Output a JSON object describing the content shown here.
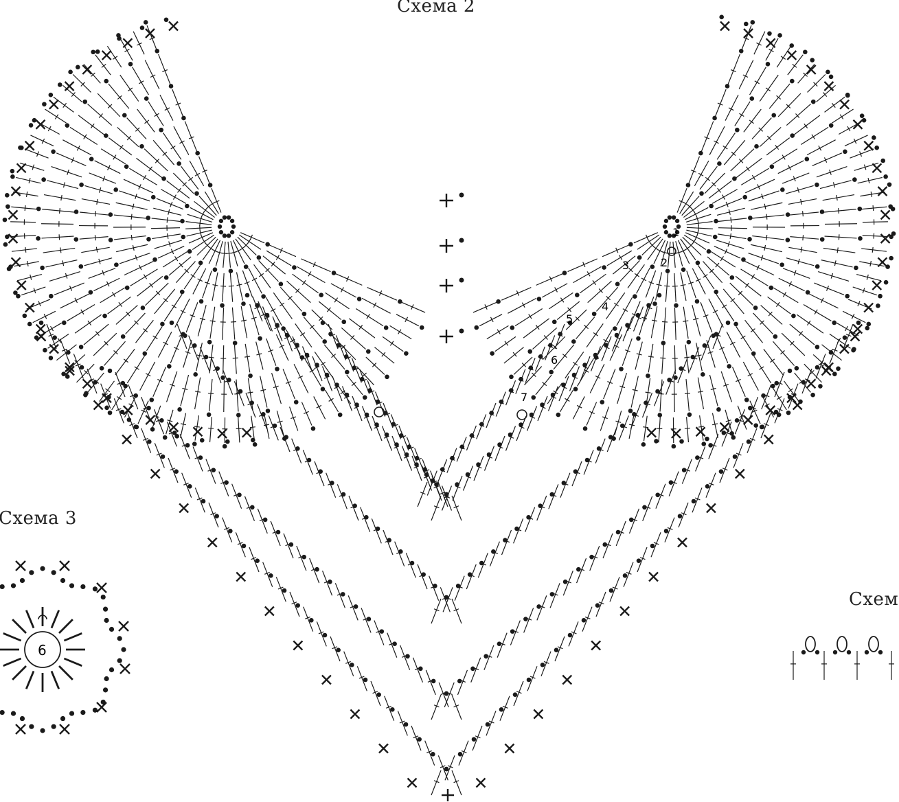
{
  "titles": {
    "scheme2": "Схема 2",
    "scheme3": "Схема 3",
    "scheme4": "Схем"
  },
  "row_numbers": [
    "1",
    "2",
    "3",
    "4",
    "5",
    "6",
    "7"
  ],
  "motif_center_number": "6",
  "colors": {
    "ink": "#1a1a1a",
    "background": "#ffffff"
  }
}
